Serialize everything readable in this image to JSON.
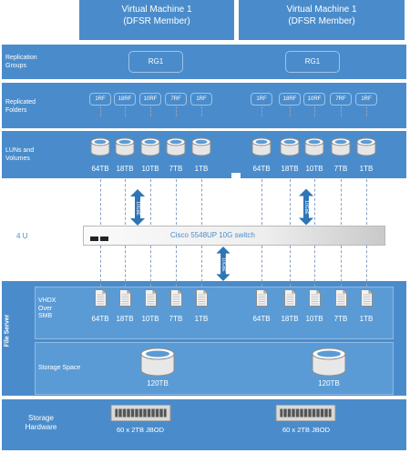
{
  "vm_left": {
    "title": "Virtual Machine 1",
    "subtitle": "(DFSR Member)"
  },
  "vm_right": {
    "title": "Virtual Machine 1",
    "subtitle": "(DFSR Member)"
  },
  "rows": {
    "replication_groups": "Replication Groups",
    "replicated_folders": "Replicated Folders",
    "luns_volumes": "LUNs and Volumes",
    "u_label": "4 U",
    "vhdx": "VHDX Over SMB",
    "storage_space": "Storage Space",
    "storage_hardware": "Storage Hardware",
    "file_server": "File Server"
  },
  "rg": [
    "RG1",
    "RG1"
  ],
  "folders": [
    "1RF",
    "18RF",
    "10RF",
    "7RF",
    "1RF"
  ],
  "sizes": [
    "64TB",
    "18TB",
    "10TB",
    "7TB",
    "1TB"
  ],
  "switch_label": "Cisco 5548UP 10G switch",
  "link_label": "10GbE",
  "storage_pool": [
    "120TB",
    "120TB"
  ],
  "jbod": [
    "60 x 2TB JBOD",
    "60 x 2TB JBOD"
  ]
}
